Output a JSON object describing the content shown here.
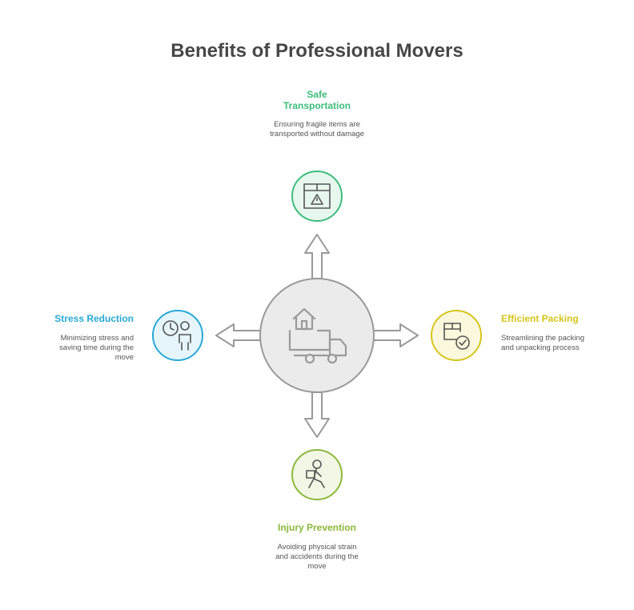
{
  "title": "Benefits of Professional Movers",
  "colors": {
    "safe": "#3dbd7d",
    "stress": "#27a9d6",
    "packing": "#d6c51c",
    "injury": "#8cb83a",
    "hub": "#ebebeb",
    "stroke": "#999999"
  },
  "nodes": {
    "safe": {
      "label": "Safe Transportation",
      "description": "Ensuring fragile items are transported without damage",
      "icon": "fragile-box-icon"
    },
    "stress": {
      "label": "Stress Reduction",
      "description": "Minimizing stress and saving time during the move",
      "icon": "clock-person-icon"
    },
    "packing": {
      "label": "Efficient Packing",
      "description": "Streamlining the packing and unpacking process",
      "icon": "box-check-icon"
    },
    "injury": {
      "label": "Injury Prevention",
      "description": "Avoiding physical strain and accidents during the move",
      "icon": "person-carrying-icon"
    }
  },
  "hub": {
    "icon": "house-truck-icon"
  }
}
